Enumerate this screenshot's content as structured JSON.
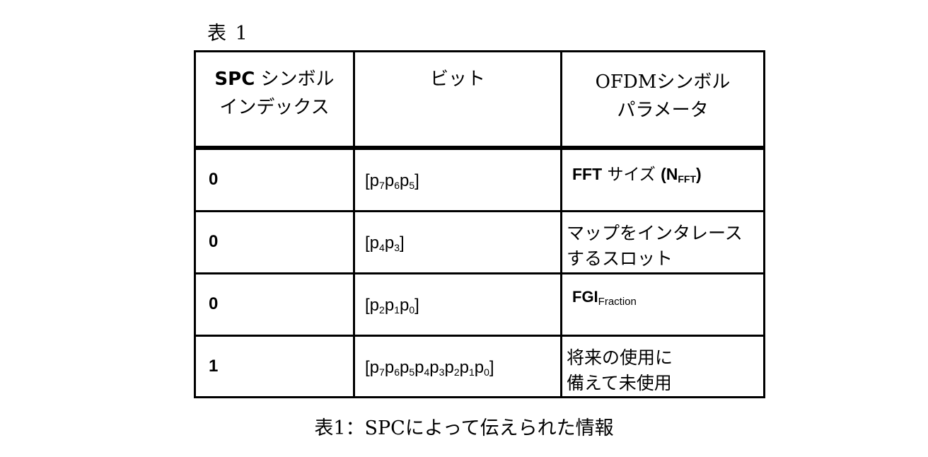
{
  "table_label": "表 1",
  "headers": {
    "col1_line1_bold": "SPC",
    "col1_line1_rest": " シンボル",
    "col1_line2": "インデックス",
    "col2": "ビット",
    "col3_line1": "OFDMシンボル",
    "col3_line2": "パラメータ"
  },
  "rows": [
    {
      "index": "0",
      "bits": [
        [
          "p",
          "7"
        ],
        [
          "p",
          "6"
        ],
        [
          "p",
          "5"
        ]
      ],
      "param_type": "fft",
      "param_prefix": "FFT",
      "param_jp": " サイズ ",
      "param_n_open": "(N",
      "param_n_sub": "FFT",
      "param_n_close": ")"
    },
    {
      "index": "0",
      "bits": [
        [
          "p",
          "4"
        ],
        [
          "p",
          "3"
        ]
      ],
      "param_type": "text",
      "param_line1": "マップをインタレース",
      "param_line2": "するスロット"
    },
    {
      "index": "0",
      "bits": [
        [
          "p",
          "2"
        ],
        [
          "p",
          "1"
        ],
        [
          "p",
          "0"
        ]
      ],
      "param_type": "fgi",
      "param_main": "FGI",
      "param_sub": "Fraction"
    },
    {
      "index": "1",
      "bits": [
        [
          "p",
          "7"
        ],
        [
          "p",
          "6"
        ],
        [
          "p",
          "5"
        ],
        [
          "p",
          "4"
        ],
        [
          "p",
          "3"
        ],
        [
          "p",
          "2"
        ],
        [
          "p",
          "1"
        ],
        [
          "p",
          "0"
        ]
      ],
      "param_type": "text",
      "param_line1": "将来の使用に",
      "param_line2": "備えて未使用"
    }
  ],
  "caption": "表1：SPCによって伝えられた情報"
}
